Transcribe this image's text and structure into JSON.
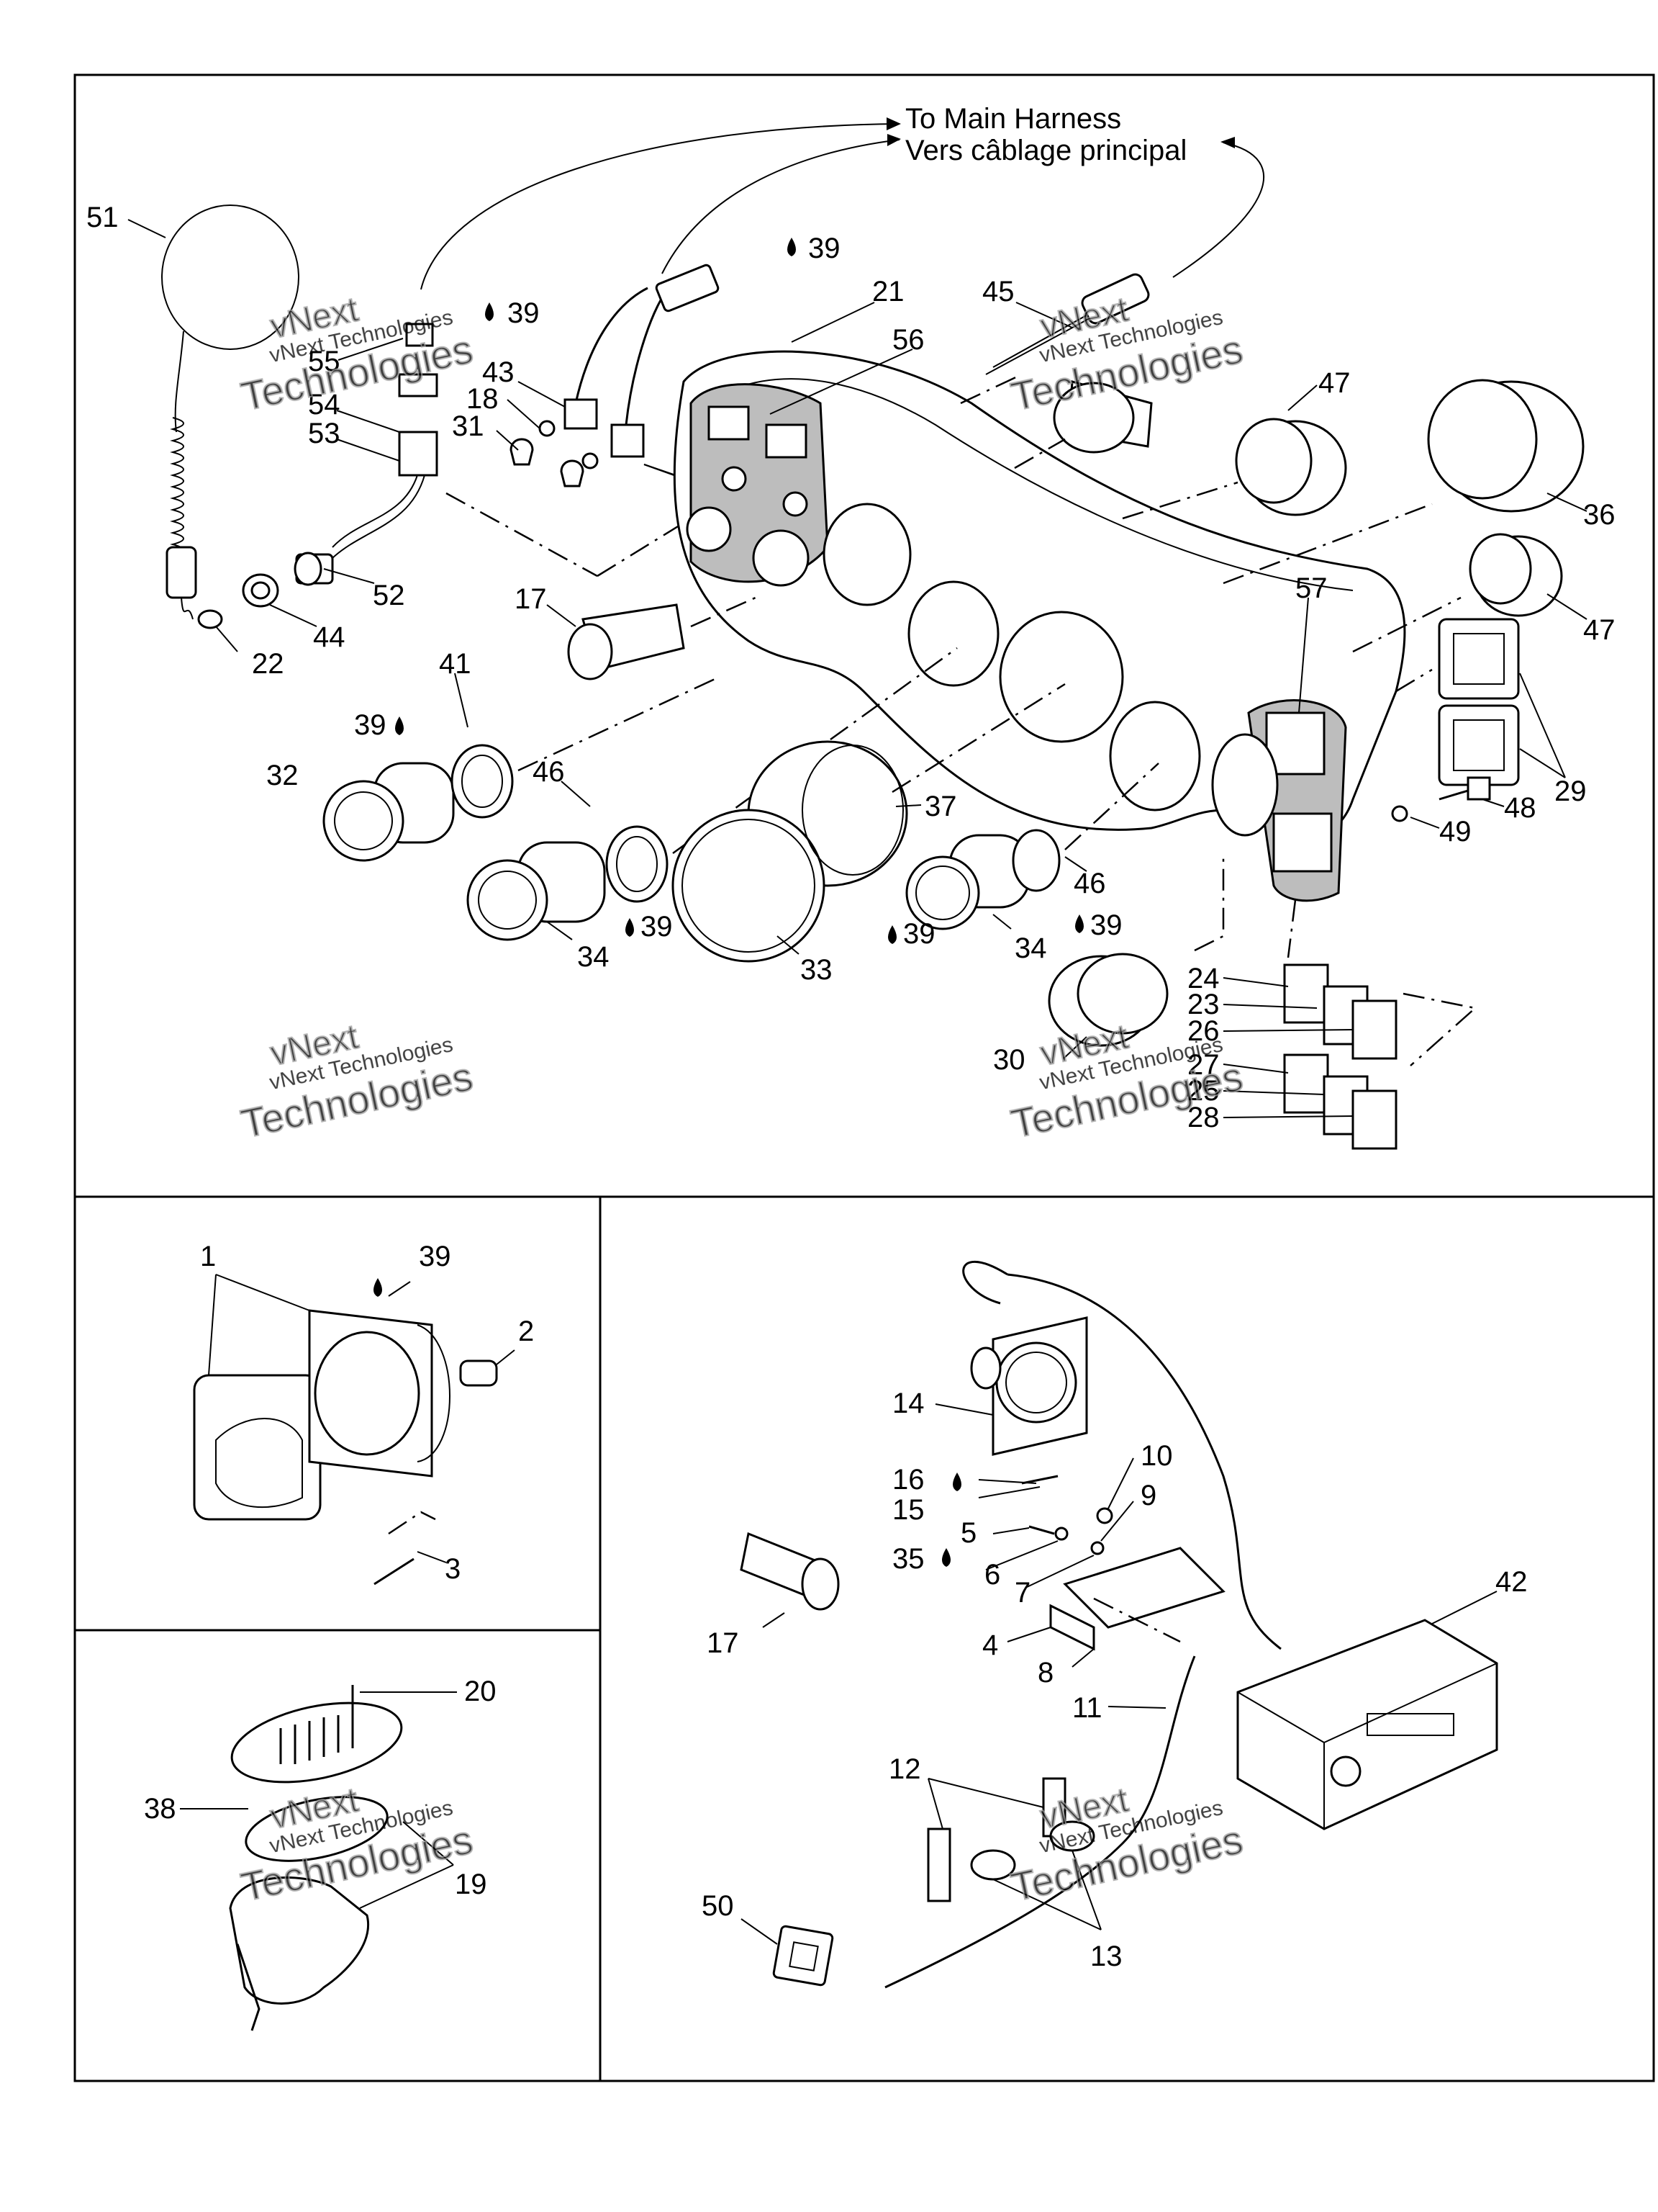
{
  "header": {
    "line1": "To Main Harness",
    "line2": "Vers câblage principal"
  },
  "callouts": [
    {
      "id": "c51",
      "text": "51"
    },
    {
      "id": "c55",
      "text": "55"
    },
    {
      "id": "c54",
      "text": "54"
    },
    {
      "id": "c53",
      "text": "53"
    },
    {
      "id": "c22",
      "text": "22"
    },
    {
      "id": "c44",
      "text": "44"
    },
    {
      "id": "c52",
      "text": "52"
    },
    {
      "id": "c43",
      "text": "43"
    },
    {
      "id": "c18",
      "text": "18"
    },
    {
      "id": "c31",
      "text": "31"
    },
    {
      "id": "c39a",
      "text": "39"
    },
    {
      "id": "c39b",
      "text": "39"
    },
    {
      "id": "c21",
      "text": "21"
    },
    {
      "id": "c56",
      "text": "56"
    },
    {
      "id": "c45",
      "text": "45"
    },
    {
      "id": "c47a",
      "text": "47"
    },
    {
      "id": "c36",
      "text": "36"
    },
    {
      "id": "c47b",
      "text": "47"
    },
    {
      "id": "c57",
      "text": "57"
    },
    {
      "id": "c29",
      "text": "29"
    },
    {
      "id": "c48",
      "text": "48"
    },
    {
      "id": "c49",
      "text": "49"
    },
    {
      "id": "c17a",
      "text": "17"
    },
    {
      "id": "c41",
      "text": "41"
    },
    {
      "id": "c39c",
      "text": "39"
    },
    {
      "id": "c32",
      "text": "32"
    },
    {
      "id": "c46a",
      "text": "46"
    },
    {
      "id": "c37",
      "text": "37"
    },
    {
      "id": "c46b",
      "text": "46"
    },
    {
      "id": "c39d",
      "text": "39"
    },
    {
      "id": "c34a",
      "text": "34"
    },
    {
      "id": "c33",
      "text": "33"
    },
    {
      "id": "c39e",
      "text": "39"
    },
    {
      "id": "c34b",
      "text": "34"
    },
    {
      "id": "c39f",
      "text": "39"
    },
    {
      "id": "c24",
      "text": "24"
    },
    {
      "id": "c23",
      "text": "23"
    },
    {
      "id": "c26",
      "text": "26"
    },
    {
      "id": "c30",
      "text": "30"
    },
    {
      "id": "c27",
      "text": "27"
    },
    {
      "id": "c25",
      "text": "25"
    },
    {
      "id": "c28",
      "text": "28"
    },
    {
      "id": "c1",
      "text": "1"
    },
    {
      "id": "c39g",
      "text": "39"
    },
    {
      "id": "c2",
      "text": "2"
    },
    {
      "id": "c3",
      "text": "3"
    },
    {
      "id": "c20",
      "text": "20"
    },
    {
      "id": "c38",
      "text": "38"
    },
    {
      "id": "c19",
      "text": "19"
    },
    {
      "id": "c14",
      "text": "14"
    },
    {
      "id": "c16",
      "text": "16"
    },
    {
      "id": "c15",
      "text": "15"
    },
    {
      "id": "c10",
      "text": "10"
    },
    {
      "id": "c9",
      "text": "9"
    },
    {
      "id": "c5",
      "text": "5"
    },
    {
      "id": "c35",
      "text": "35"
    },
    {
      "id": "c6",
      "text": "6"
    },
    {
      "id": "c7",
      "text": "7"
    },
    {
      "id": "c17b",
      "text": "17"
    },
    {
      "id": "c4",
      "text": "4"
    },
    {
      "id": "c8",
      "text": "8"
    },
    {
      "id": "c42",
      "text": "42"
    },
    {
      "id": "c11",
      "text": "11"
    },
    {
      "id": "c12",
      "text": "12"
    },
    {
      "id": "c13",
      "text": "13"
    },
    {
      "id": "c50",
      "text": "50"
    }
  ],
  "watermark": {
    "line1": "vNext",
    "line2": "vNext Technologies",
    "line3": "Technologies"
  }
}
